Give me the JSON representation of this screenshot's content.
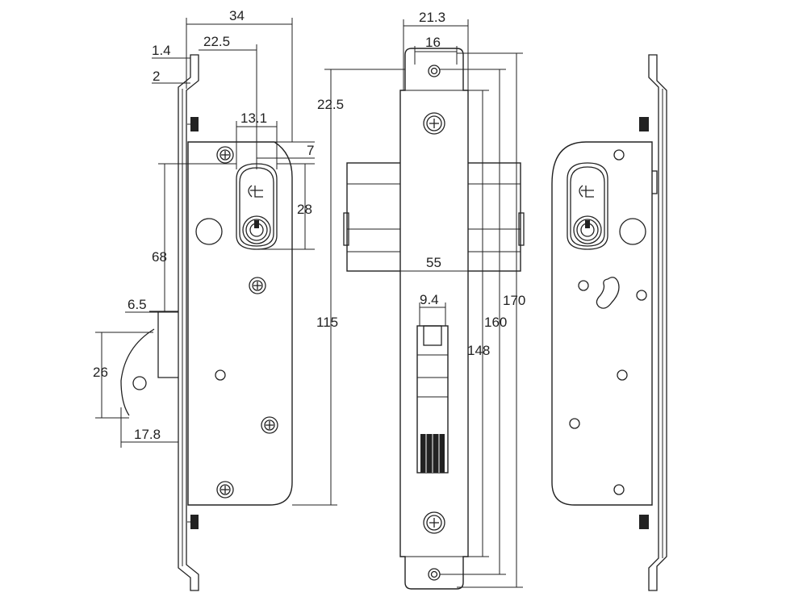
{
  "dimensions": {
    "body_width": "34",
    "backset": "22.5",
    "faceplate_thickness": "1.4",
    "offset": "2",
    "cylinder_width": "13.1",
    "cam_offset": "7",
    "cylinder_height": "28",
    "top_offset": "22.5",
    "bolt_throw": "68",
    "latch_offset": "6.5",
    "latch_height": "26",
    "latch_width": "17.8",
    "hole_spacing": "115",
    "faceplate_width": "21.3",
    "body_front_width": "16",
    "cylinder_length": "55",
    "latch_front_width": "9.4",
    "fixing_148": "148",
    "fixing_160": "160",
    "faceplate_length": "170"
  }
}
